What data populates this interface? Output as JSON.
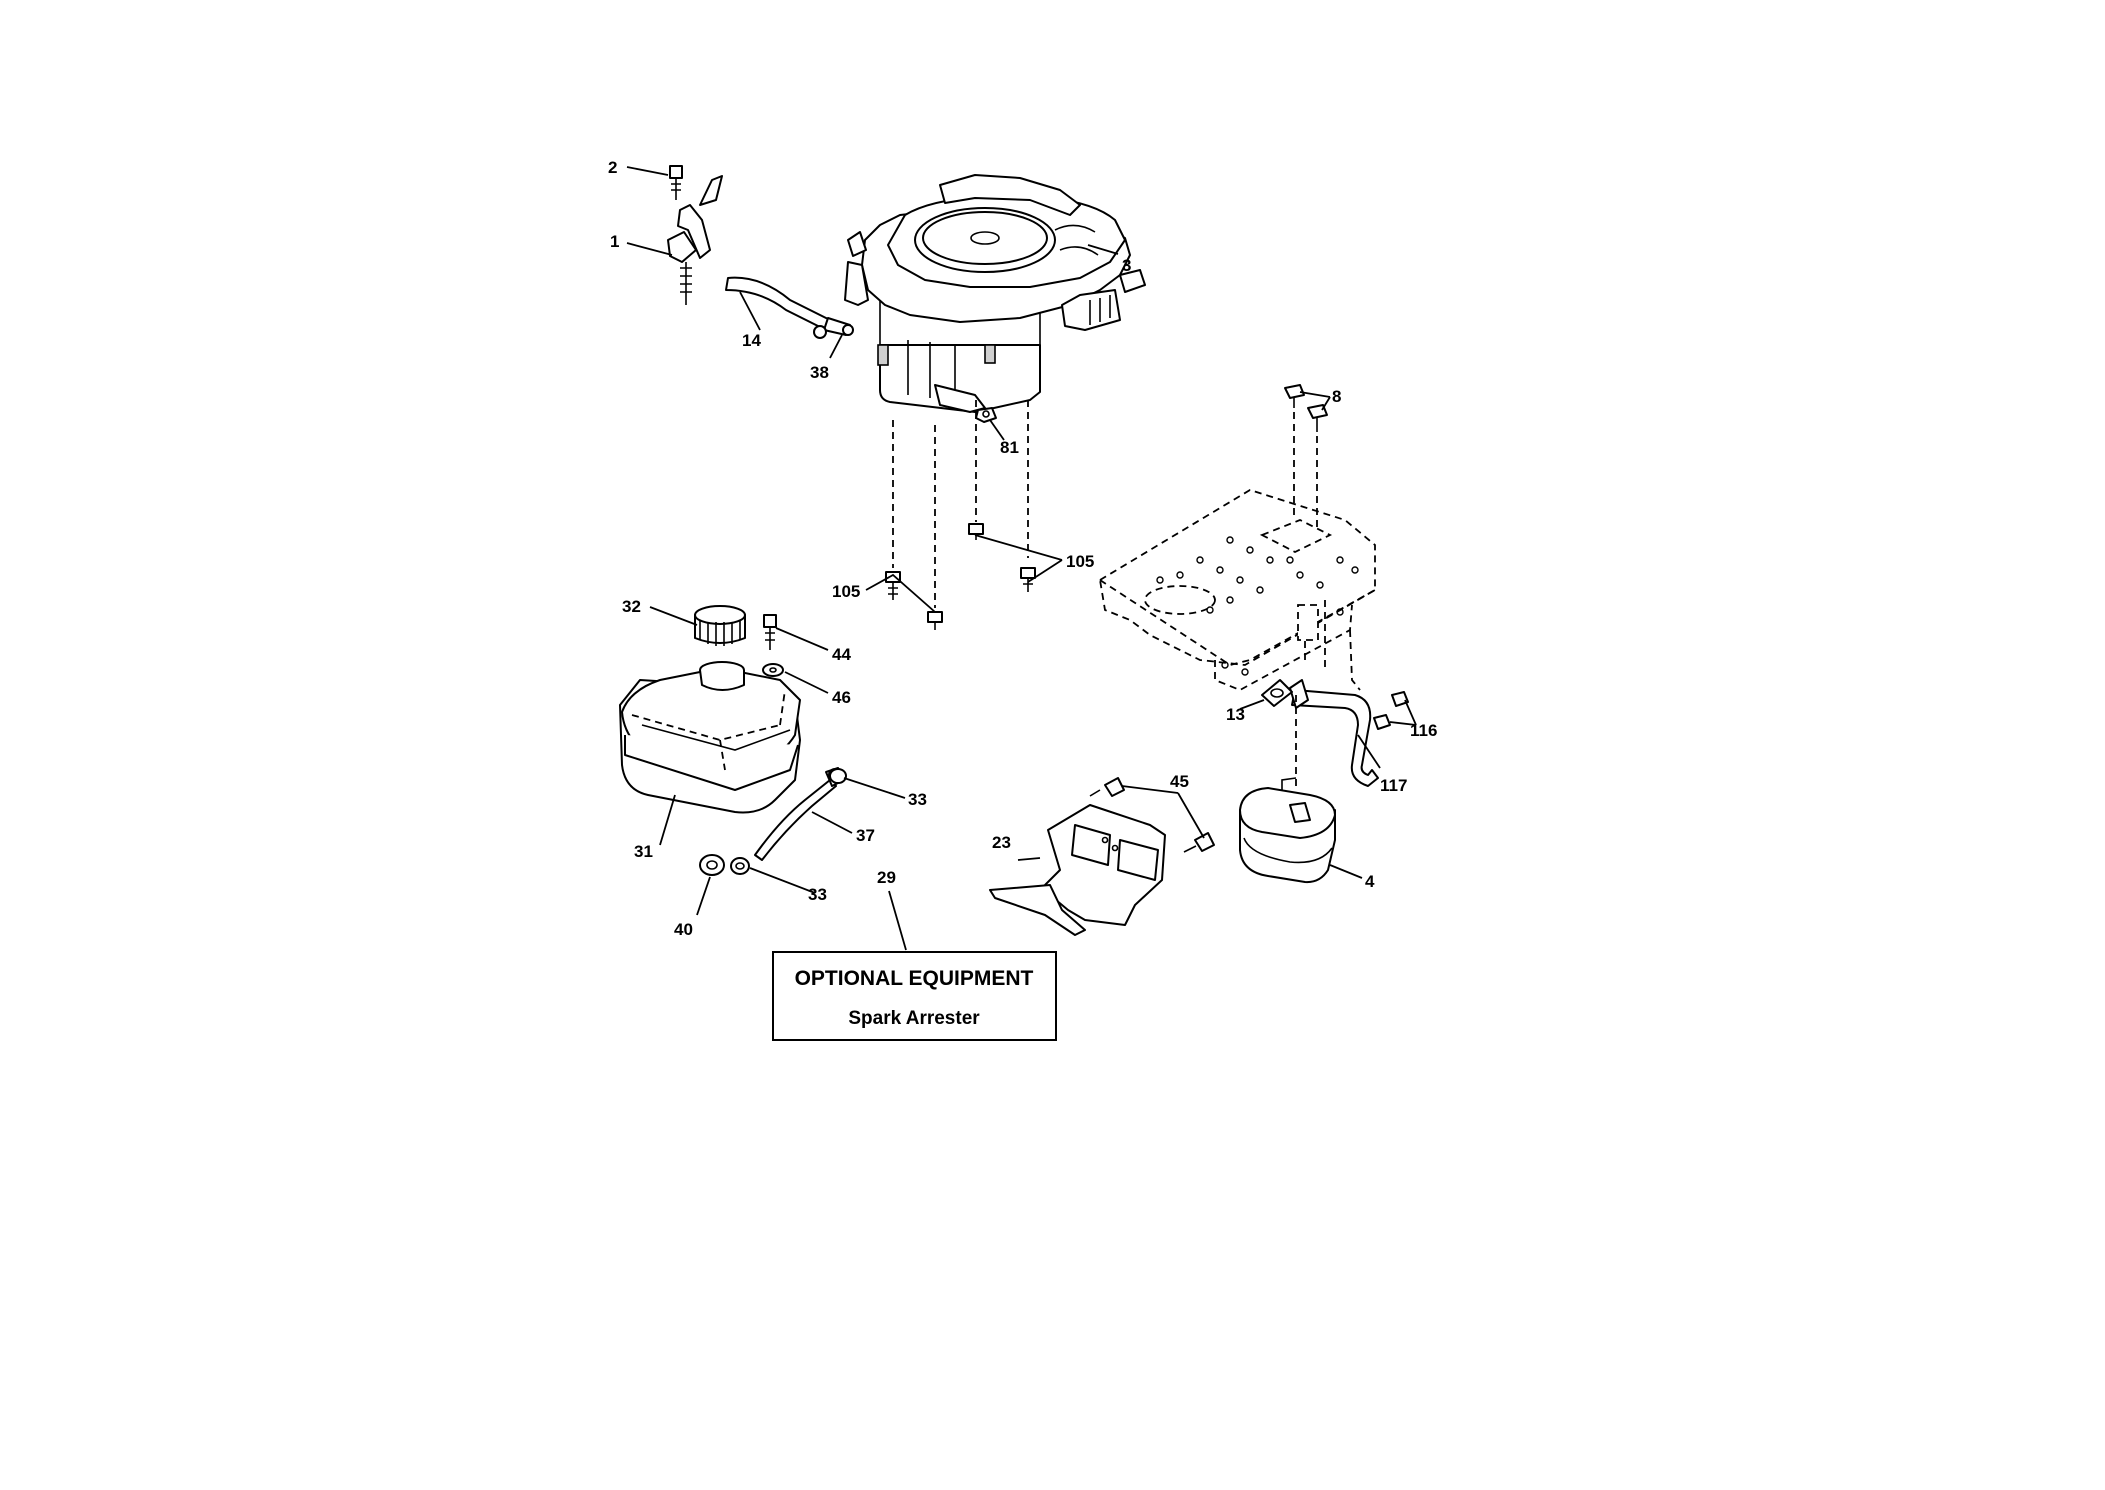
{
  "callouts": {
    "c1": "1",
    "c2": "2",
    "c3": "3",
    "c4": "4",
    "c8": "8",
    "c13": "13",
    "c14": "14",
    "c23": "23",
    "c29": "29",
    "c31": "31",
    "c32": "32",
    "c33a": "33",
    "c33b": "33",
    "c37": "37",
    "c38": "38",
    "c40": "40",
    "c44": "44",
    "c45": "45",
    "c46": "46",
    "c81": "81",
    "c105a": "105",
    "c105b": "105",
    "c116": "116",
    "c117": "117"
  },
  "optional_box": {
    "title": "OPTIONAL EQUIPMENT",
    "subtitle": "Spark Arrester"
  }
}
